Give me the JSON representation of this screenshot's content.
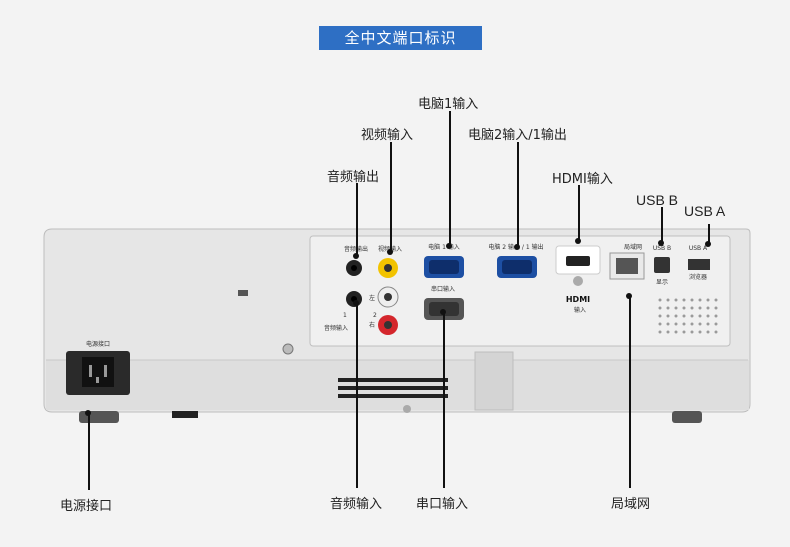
{
  "banner": {
    "title": "全中文端口标识"
  },
  "callouts": {
    "computer_in_1": "电脑1输入",
    "video_in": "视频输入",
    "computer_in2_out1": "电脑2输入/1输出",
    "audio_out": "音频输出",
    "hdmi_in": "HDMI输入",
    "usb_b": "USB B",
    "usb_a": "USB A",
    "power_port": "电源接口",
    "audio_in": "音频输入",
    "serial_in": "串口输入",
    "lan": "局域网"
  },
  "panel_labels": {
    "power": "电源接口",
    "audio_out": "音频输出",
    "video_in": "视频输入",
    "computer_1_in": "电脑 1 输入",
    "computer_2": "电脑 2 输入 / 1 输出",
    "serial_in": "串口输入",
    "audio_in": "音频输入",
    "left": "左",
    "right": "右",
    "one": "1",
    "two": "2",
    "lan": "局域网",
    "usb_b": "USB B",
    "usb_a": "USB A",
    "display": "显示",
    "browser": "浏览器",
    "hdmi_logo": "HDMI",
    "hdmi_in": "输入"
  },
  "colors": {
    "banner": "#2e6fc4",
    "jack_yellow": "#f2c300",
    "jack_red": "#d4262c",
    "vga_blue": "#1d4fa3"
  }
}
